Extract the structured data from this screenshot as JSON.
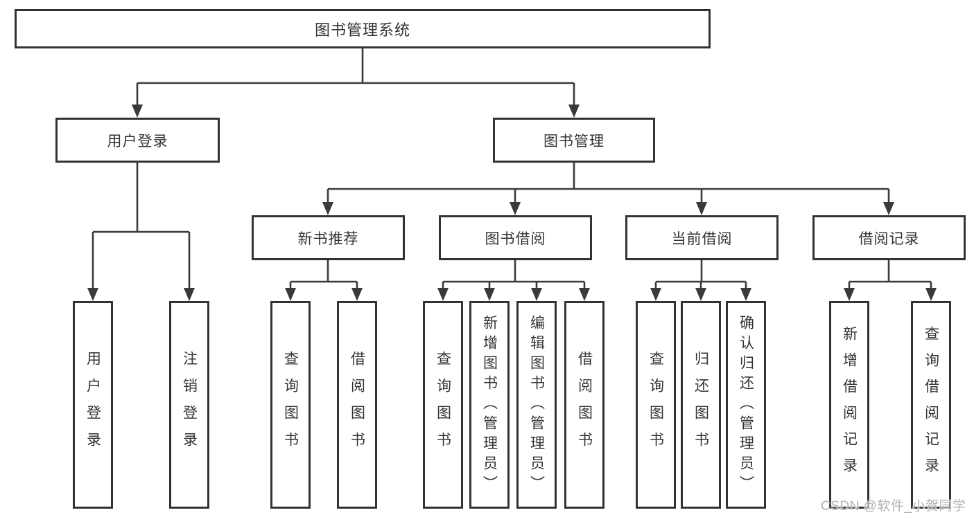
{
  "nodes": {
    "root": "图书管理系统",
    "user_login": "用户登录",
    "book_mgmt": "图书管理",
    "new_books": "新书推荐",
    "book_borrow": "图书借阅",
    "current_borrow": "当前借阅",
    "borrow_records": "借阅记录",
    "leaf_user_login": "用户登录",
    "leaf_logout": "注销登录",
    "leaf_nb_query": "查询图书",
    "leaf_nb_borrow": "借阅图书",
    "leaf_bb_query": "查询图书",
    "leaf_bb_add": "新增图书（管理员）",
    "leaf_bb_edit": "编辑图书（管理员）",
    "leaf_bb_borrow": "借阅图书",
    "leaf_cb_query": "查询图书",
    "leaf_cb_return": "归还图书",
    "leaf_cb_confirm": "确认归还（管理员）",
    "leaf_br_add": "新增借阅记录",
    "leaf_br_query": "查询借阅记录"
  },
  "hierarchy": {
    "图书管理系统": {
      "用户登录": [
        "用户登录",
        "注销登录"
      ],
      "图书管理": {
        "新书推荐": [
          "查询图书",
          "借阅图书"
        ],
        "图书借阅": [
          "查询图书",
          "新增图书（管理员）",
          "编辑图书（管理员）",
          "借阅图书"
        ],
        "当前借阅": [
          "查询图书",
          "归还图书",
          "确认归还（管理员）"
        ],
        "借阅记录": [
          "新增借阅记录",
          "查询借阅记录"
        ]
      }
    }
  },
  "watermark": "CSDN @软件_小贺同学",
  "colors": {
    "line": "#3a3a3a",
    "box_border": "#333333",
    "text": "#333333",
    "watermark": "#b3b3b3",
    "background": "#ffffff"
  }
}
